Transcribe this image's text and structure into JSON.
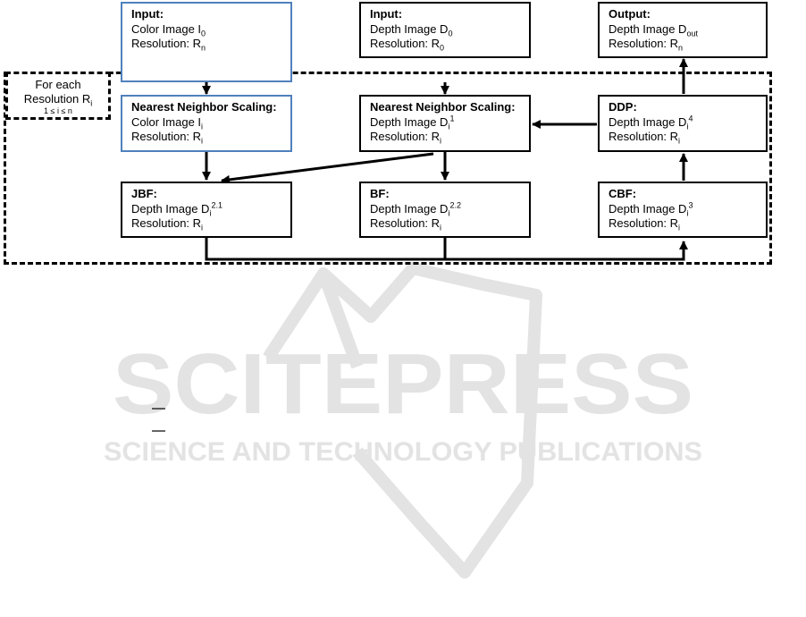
{
  "watermark": {
    "title": "SCITEPRESS",
    "subtitle": "SCIENCE AND TECHNOLOGY PUBLICATIONS",
    "color": "#e3e3e3"
  },
  "loop": {
    "line1": "For each",
    "line2_prefix": "Resolution R",
    "line2_sub": "i",
    "condition": "1 ≤ i ≤ n"
  },
  "nodes": {
    "input_color": {
      "title": "Input:",
      "line1_prefix": "Color Image I",
      "line1_sub": "0",
      "line2_prefix": "Resolution: R",
      "line2_sub": "n"
    },
    "input_depth": {
      "title": "Input:",
      "line1_prefix": "Depth Image D",
      "line1_sub": "0",
      "line2_prefix": "Resolution: R",
      "line2_sub": "0"
    },
    "output": {
      "title": "Output:",
      "line1_prefix": "Depth Image D",
      "line1_sub": "out",
      "line2_prefix": "Resolution: R",
      "line2_sub": "n"
    },
    "nn_color": {
      "title": "Nearest Neighbor Scaling:",
      "line1_prefix": "Color Image I",
      "line1_sub": "i",
      "line2_prefix": "Resolution: R",
      "line2_sub": "i"
    },
    "nn_depth": {
      "title": "Nearest Neighbor Scaling:",
      "line1_prefix": "Depth Image D",
      "line1_sub": "i",
      "line1_sup": "1",
      "line2_prefix": "Resolution: R",
      "line2_sub": "i"
    },
    "ddp": {
      "title": "DDP:",
      "line1_prefix": "Depth Image D",
      "line1_sub": "i",
      "line1_sup": "4",
      "line2_prefix": "Resolution: R",
      "line2_sub": "i"
    },
    "jbf": {
      "title": "JBF:",
      "line1_prefix": "Depth Image D",
      "line1_sub": "i",
      "line1_sup": "2.1",
      "line2_prefix": "Resolution: R",
      "line2_sub": "i"
    },
    "bf": {
      "title": "BF:",
      "line1_prefix": "Depth Image D",
      "line1_sub": "i",
      "line1_sup": "2.2",
      "line2_prefix": "Resolution: R",
      "line2_sub": "i"
    },
    "cbf": {
      "title": "CBF:",
      "line1_prefix": "Depth Image D",
      "line1_sub": "i",
      "line1_sup": "3",
      "line2_prefix": "Resolution: R",
      "line2_sub": "i"
    }
  }
}
